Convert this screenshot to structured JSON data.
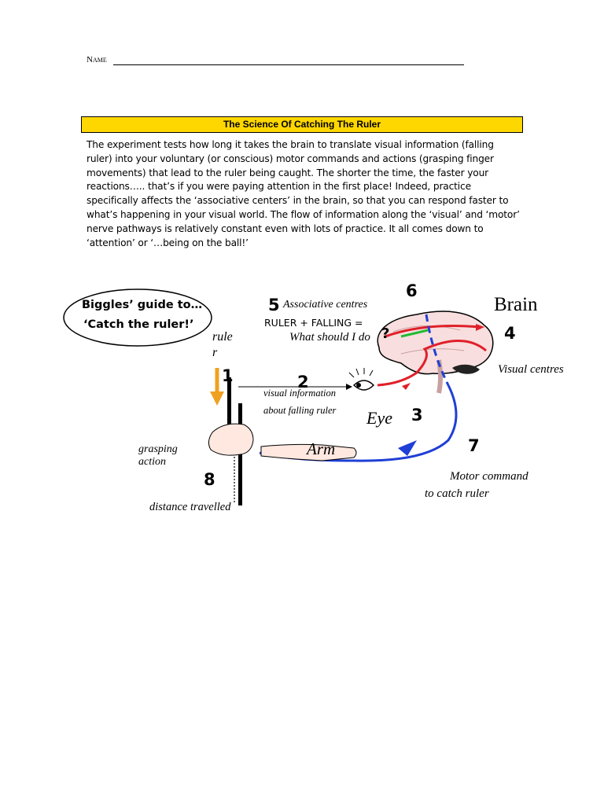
{
  "header": {
    "name_label": "Name"
  },
  "title": "The Science Of Catching The Ruler",
  "intro": "The experiment tests how long it takes the brain to translate visual information (falling ruler) into your voluntary (or conscious) motor commands and actions (grasping finger movements) that lead to the ruler being caught. The shorter the time, the faster your reactions….. that’s if you were paying attention in the first place! Indeed, practice specifically affects the ‘associative centers’ in the brain, so that you can respond faster to what’s happening in your visual world. The flow of information along the ‘visual’ and ‘motor’ nerve pathways is relatively constant even with lots of practice. It all comes down to ‘attention’ or ‘…being on the ball!’",
  "diagram": {
    "bubble_line1": "Biggles’ guide to…",
    "bubble_line2": "‘Catch the ruler!’",
    "ruler_label_1": "rule",
    "ruler_label_2": "r",
    "numbers": {
      "n1": "1",
      "n2": "2",
      "n3": "3",
      "n4": "4",
      "n5": "5",
      "n6": "6",
      "n7": "7",
      "n8": "8"
    },
    "visual_info_1": "visual  information",
    "visual_info_2": "about falling ruler",
    "assoc": "Associative centres",
    "ruler_falling": "RULER + FALLING =",
    "what_should": "What should I do",
    "question": "?",
    "brain": "Brain",
    "visual_centres": "Visual centres",
    "eye": "Eye",
    "arm": "Arm",
    "grasping_1": "grasping",
    "grasping_2": "action",
    "motor_1": "Motor command",
    "motor_2": "to catch ruler",
    "distance": "distance travelled"
  },
  "colors": {
    "title_bg": "#ffd700",
    "motor_path": "#1f3fd6",
    "visual_path": "#e0202a",
    "arrow_orange": "#f0a020",
    "brain_fill": "#f8dede",
    "assoc_path": "#22bb33"
  }
}
